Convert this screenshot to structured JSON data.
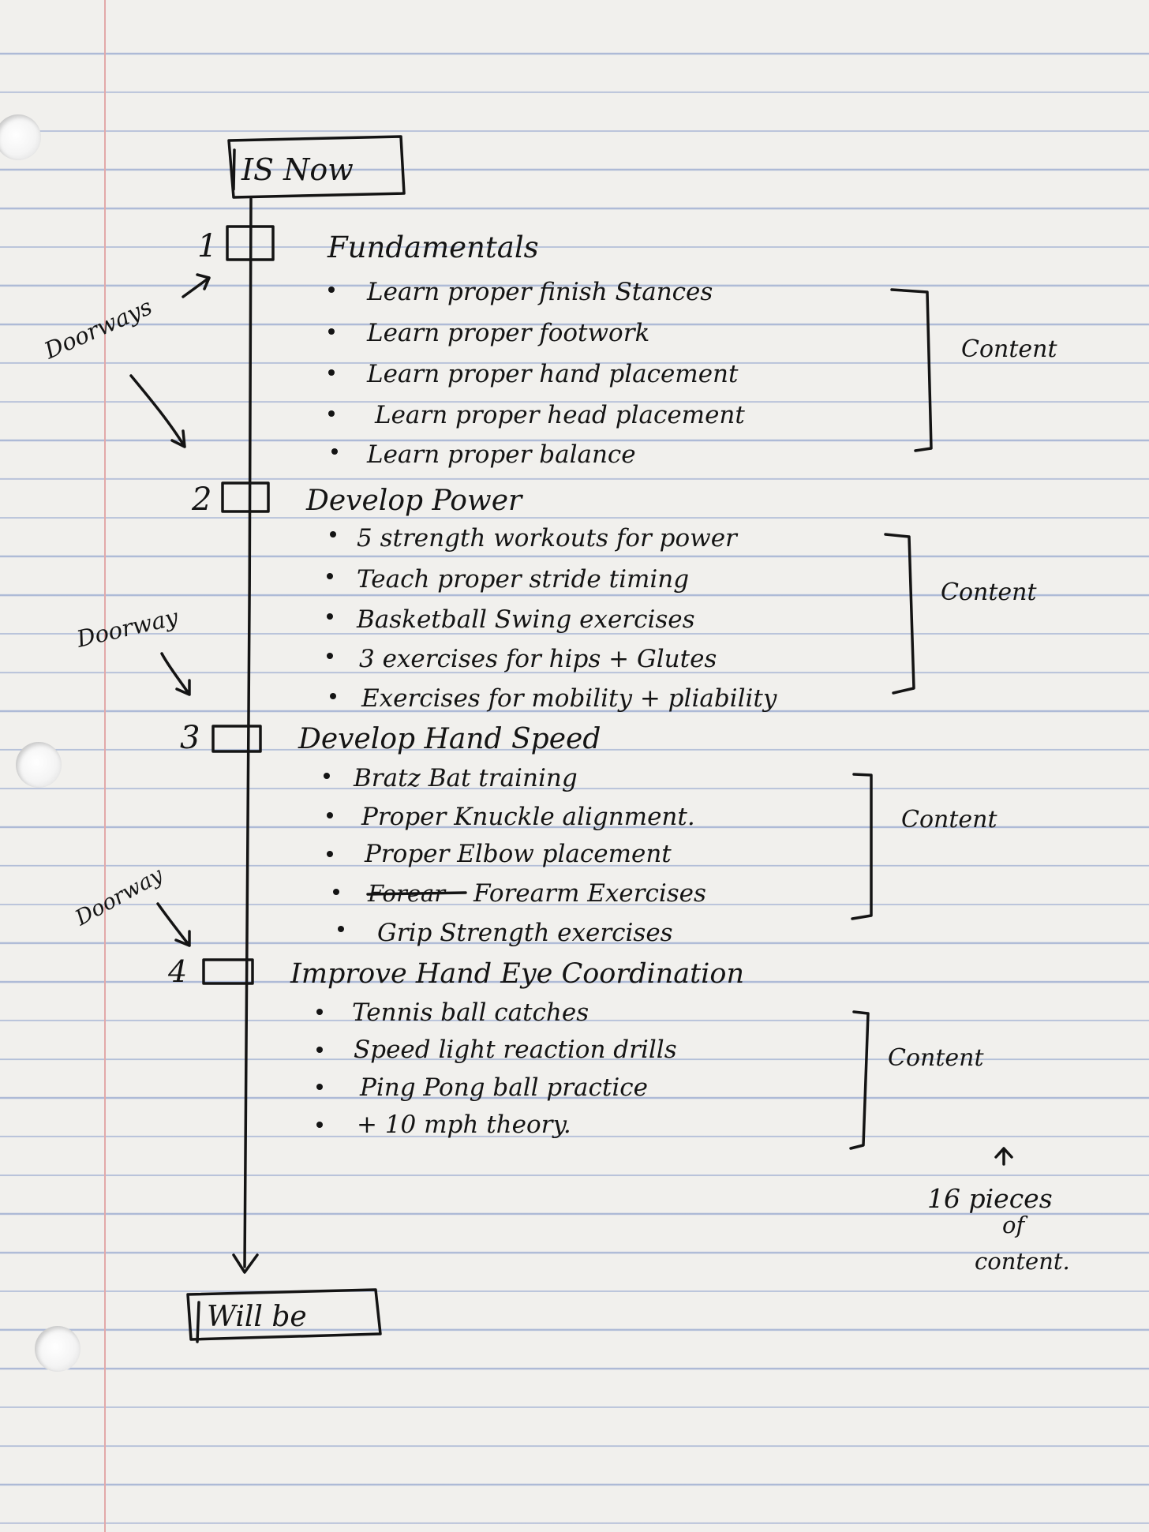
{
  "start_box": "IS Now",
  "end_box": "Will be",
  "steps": [
    {
      "number": "1",
      "title": "Fundamentals",
      "items": [
        "Learn proper finish Stances",
        "Learn proper footwork",
        "Learn proper hand placement",
        "Learn proper head placement",
        "Learn proper balance"
      ],
      "bracket_label": "Content"
    },
    {
      "number": "2",
      "title": "Develop Power",
      "items": [
        "5 strength workouts for power",
        "Teach proper stride timing",
        "Basketball Swing exercises",
        "3 exercises for hips + Glutes",
        "Exercises for mobility + pliability"
      ],
      "bracket_label": "Content"
    },
    {
      "number": "3",
      "title": "Develop Hand Speed",
      "items": [
        "Bratz Bat training",
        "Proper Knuckle alignment.",
        "Proper Elbow placement",
        "Forearm Exercises",
        "Grip Strength exercises"
      ],
      "bracket_label": "Content"
    },
    {
      "number": "4",
      "title": "Improve Hand Eye Coordination",
      "items": [
        "Tennis ball catches",
        "Speed light reaction drills",
        "Ping Pong ball practice",
        "+ 10 mph theory."
      ],
      "bracket_label": "Content"
    }
  ],
  "doorway_labels": [
    "Doorways",
    "Doorway",
    "Doorway"
  ],
  "struck_word": "Forear",
  "summary_note": {
    "line1": "16 pieces",
    "line2": "of",
    "line3": "content."
  }
}
